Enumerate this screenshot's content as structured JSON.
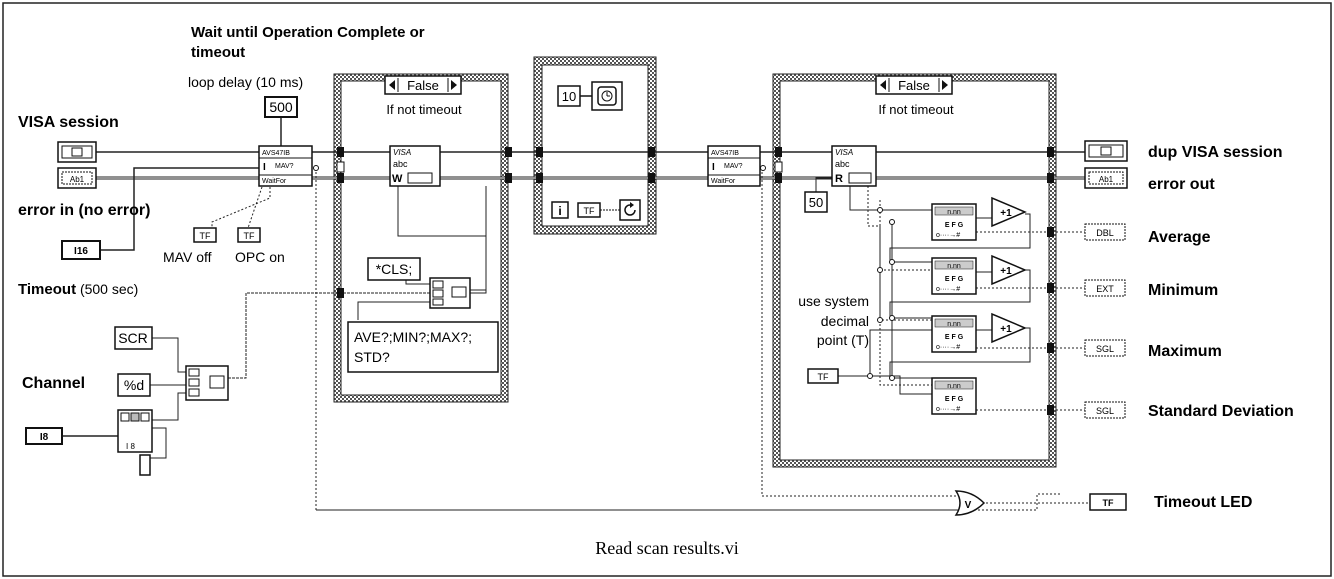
{
  "caption": "Read scan results.vi",
  "labels": {
    "wait_title_line1": "Wait until Operation Complete or",
    "wait_title_line2": "timeout",
    "loop_delay": "loop delay (10 ms)",
    "visa_session": "VISA session",
    "error_in": "error in (no error)",
    "timeout": "Timeout",
    "timeout_unit": " (500 sec)",
    "channel": "Channel",
    "mav_off": "MAV off",
    "opc_on": "OPC on",
    "use_system_line1": "use system",
    "use_system_line2": "decimal",
    "use_system_line3": "point (T)",
    "dup_visa_session": "dup VISA session",
    "error_out": "error out",
    "average": "Average",
    "minimum": "Minimum",
    "maximum": "Maximum",
    "std_dev": "Standard Deviation",
    "timeout_led": "Timeout LED"
  },
  "case_structures": [
    {
      "selector": "False",
      "comment": "If not timeout"
    },
    {
      "selector": "False",
      "comment": "If not timeout"
    }
  ],
  "constants": {
    "loop_delay_value": "500",
    "wait_ms_value": "10",
    "byte_count": "50",
    "cls_string": "*CLS;",
    "query_string_line1": "AVE?;MIN?;MAX?;",
    "query_string_line2": "STD?",
    "scr_string": "SCR",
    "format_string": "%d",
    "i16_type": "I16",
    "i8_type": "I8",
    "tf_false": "TF",
    "tf_true": "TF",
    "tf_led": "TF",
    "dbl_type": "DBL",
    "ext_type": "EXT",
    "sgl_type": "SGL",
    "iteration": "i"
  },
  "subvis": {
    "avs_name": "AVS47IB",
    "avs_mav": "MAV?",
    "avs_wait": "WaitFor",
    "visa_label": "VISA",
    "visa_abc": "abc",
    "visa_write": "W",
    "visa_read": "R",
    "increment": "+1",
    "or_gate": "V",
    "efg": "E F G",
    "fmt": "n.nn"
  },
  "colors": {
    "wire_error": "#333333",
    "structure_border": "#444444",
    "background": "#ffffff"
  }
}
